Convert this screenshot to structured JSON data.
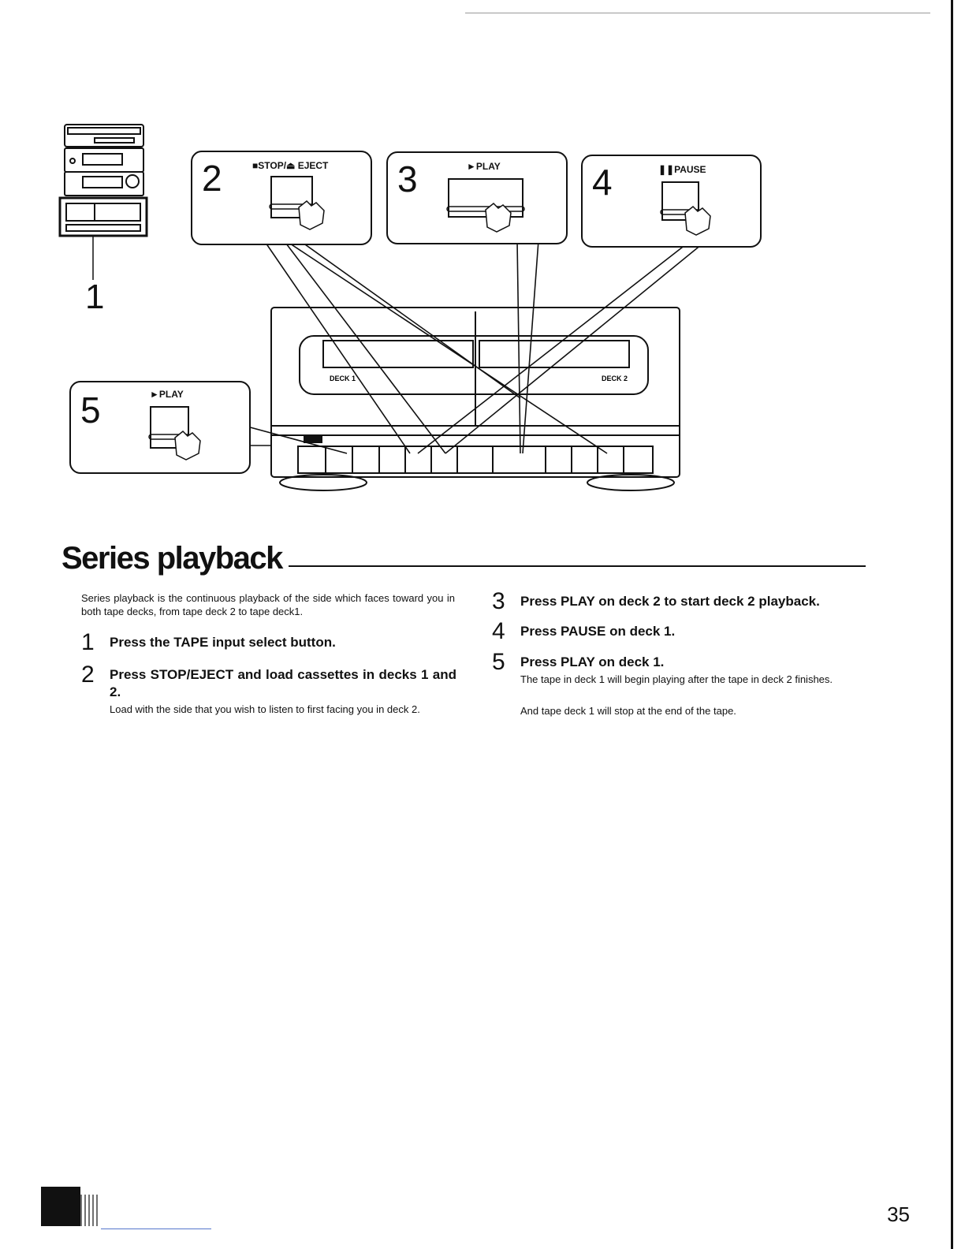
{
  "illustration": {
    "callouts": [
      {
        "num": "2",
        "label": "■STOP/⏏ EJECT"
      },
      {
        "num": "3",
        "label": "►PLAY"
      },
      {
        "num": "4",
        "label": "❚❚PAUSE"
      },
      {
        "num": "5",
        "label": "►PLAY"
      }
    ],
    "stereo_callout": "1",
    "deck_labels": [
      "DECK 1",
      "DECK 2"
    ]
  },
  "section": {
    "title": "Series playback",
    "intro": "Series playback is the continuous playback of the side which faces toward you in both tape decks, from tape deck 2 to tape deck1."
  },
  "steps": [
    {
      "num": "1",
      "heading": "Press the TAPE input select button.",
      "detail": ""
    },
    {
      "num": "2",
      "heading": "Press STOP/EJECT and load cassettes in decks 1 and 2.",
      "detail": "Load with the side that you wish to listen to first facing you in deck 2."
    },
    {
      "num": "3",
      "heading": "Press PLAY on deck 2 to start deck 2 playback.",
      "detail": ""
    },
    {
      "num": "4",
      "heading": "Press PAUSE on deck 1.",
      "detail": ""
    },
    {
      "num": "5",
      "heading": "Press PLAY on deck 1.",
      "detail": "The tape in deck 1 will begin playing after the tape in deck 2 finishes.",
      "detail2": "And tape deck 1 will stop at the end of the tape."
    }
  ],
  "page_number": "35"
}
